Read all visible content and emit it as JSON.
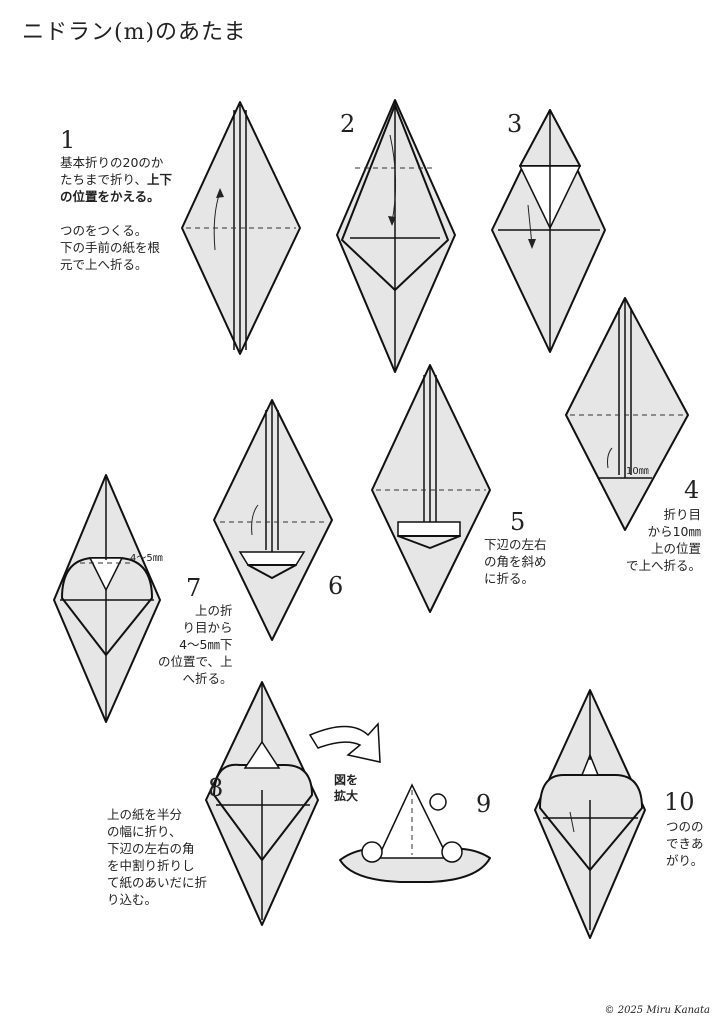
{
  "title": "ニドラン(m)のあたま",
  "steps": {
    "s1": {
      "num": "1",
      "text_a": "基本折りの20のか\nたちまで折り、",
      "text_b": "上下\nの位置をかえる。",
      "text_c": "\n\nつのをつくる。\n下の手前の紙を根\n元で上へ折る。"
    },
    "s2": {
      "num": "2"
    },
    "s3": {
      "num": "3"
    },
    "s4": {
      "num": "4",
      "text": "折り目\nから10㎜\n上の位置\nで上へ折る。",
      "label": "10㎜"
    },
    "s5": {
      "num": "5",
      "text": "下辺の左右\nの角を斜め\nに折る。"
    },
    "s6": {
      "num": "6"
    },
    "s7": {
      "num": "7",
      "text": "上の折\nり目から\n4〜5㎜下\nの位置で、上\nへ折る。",
      "label": "4〜5㎜"
    },
    "s8": {
      "num": "8",
      "text": "上の紙を半分\nの幅に折り、\n下辺の左右の角\nを中割り折りし\nて紙のあいだに折\nり込む。"
    },
    "s9": {
      "num": "9",
      "badge": "図を\n拡大"
    },
    "s10": {
      "num": "10",
      "text": "つのの\nできあ\nがり。"
    }
  },
  "copyright": "© 2025 Miru Kanata"
}
